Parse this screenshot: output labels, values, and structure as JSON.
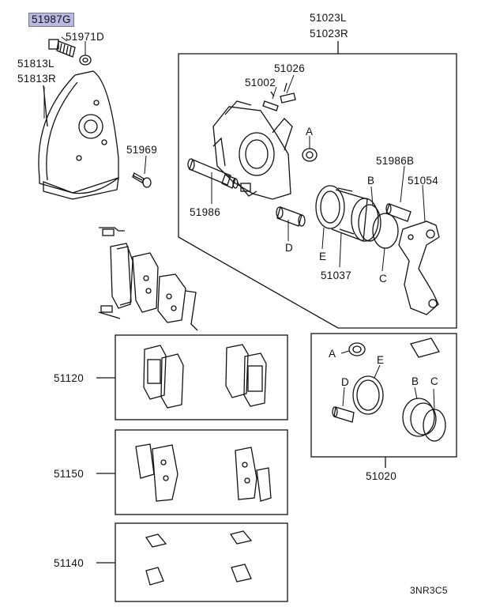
{
  "diagram_code": "3NR3C5",
  "labels": {
    "highlighted": "51987G",
    "p51971D": "51971D",
    "p51813L": "51813L",
    "p51813R": "51813R",
    "p51023L": "51023L",
    "p51023R": "51023R",
    "p51026": "51026",
    "p51002": "51002",
    "p51969": "51969",
    "refA": "A",
    "p51986B": "51986B",
    "refB": "B",
    "p51054": "51054",
    "p51986": "51986",
    "refD": "D",
    "refE": "E",
    "p51037": "51037",
    "refC": "C",
    "p51120": "51120",
    "p51150": "51150",
    "p51140": "51140",
    "p51020": "51020"
  },
  "colors": {
    "line": "#111111",
    "highlight": "#b9b9e6"
  }
}
